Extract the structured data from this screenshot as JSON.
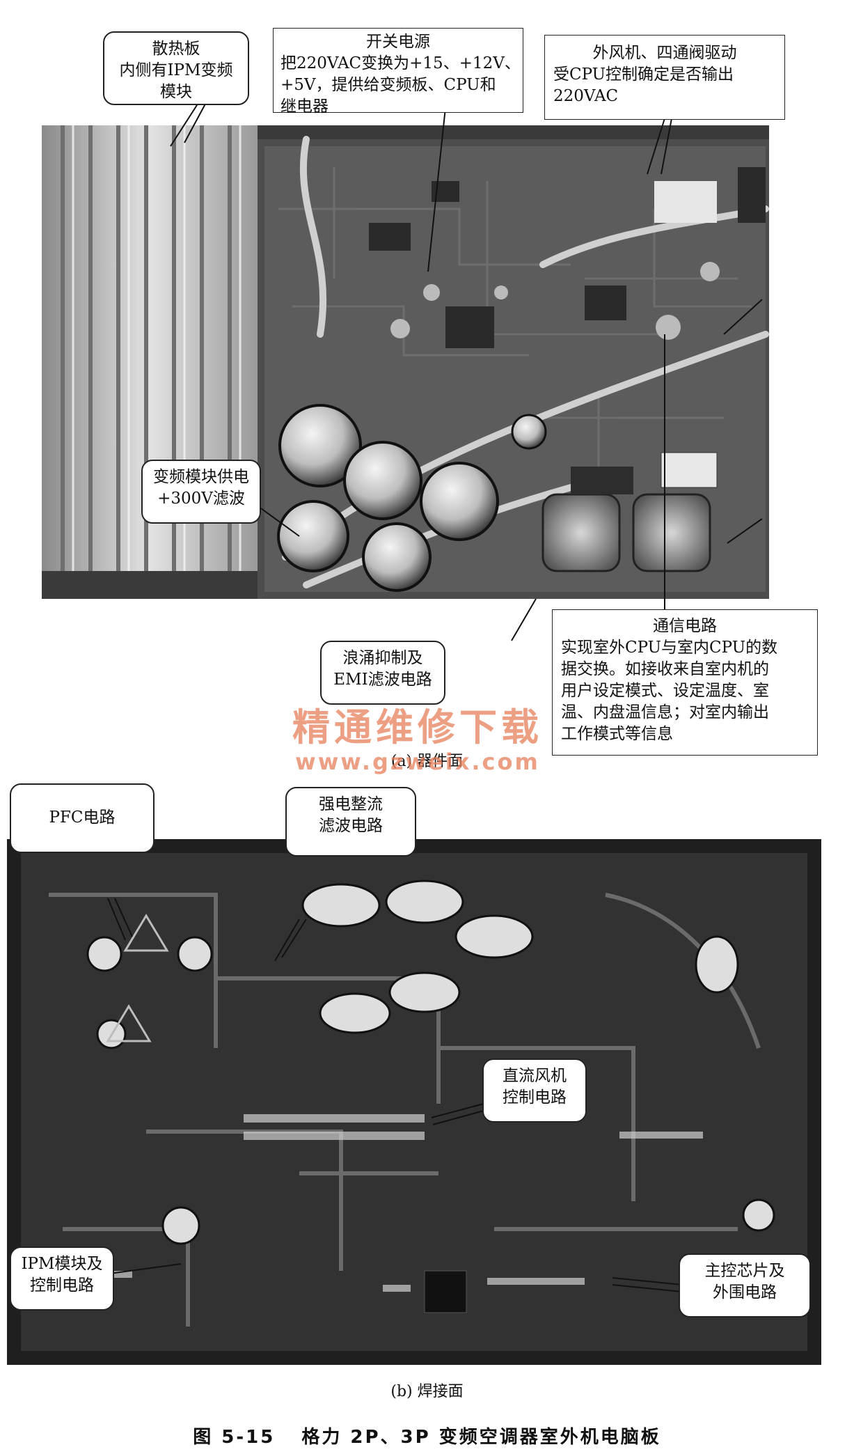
{
  "panel_a": {
    "caption": "(a) 器件面",
    "callouts": {
      "heatsink": [
        "散热板",
        "内侧有IPM变频",
        "模块"
      ],
      "switching_psu": {
        "title": "开关电源",
        "lines": [
          "把220VAC变换为+15、+12V、",
          "+5V，提供给变频板、CPU和",
          "继电器"
        ]
      },
      "fan_valve": [
        "外风机、四通阀驱动",
        "受CPU控制确定是否输出",
        "220VAC"
      ],
      "inverter_supply": [
        "变频模块供电",
        "+300V滤波"
      ],
      "surge_emi": [
        "浪涌抑制及",
        "EMI滤波电路"
      ],
      "communication": {
        "title": "通信电路",
        "lines": [
          "实现室外CPU与室内CPU的数",
          "据交换。如接收来自室内机的",
          "用户设定模式、设定温度、室",
          "温、内盘温信息；对室内输出",
          "工作模式等信息"
        ]
      }
    }
  },
  "panel_b": {
    "caption": "(b) 焊接面",
    "callouts": {
      "pfc": [
        "PFC电路"
      ],
      "rectifier": [
        "强电整流",
        "滤波电路"
      ],
      "dc_fan": [
        "直流风机",
        "控制电路"
      ],
      "ipm": [
        "IPM模块及",
        "控制电路"
      ],
      "main_chip": [
        "主控芯片及",
        "外围电路"
      ]
    }
  },
  "figure": {
    "number": "图 5-15",
    "title": "格力 2P、3P 变频空调器室外机电脑板"
  },
  "watermark": {
    "text": "精通维修下载",
    "url": "www.gzweix.com"
  }
}
